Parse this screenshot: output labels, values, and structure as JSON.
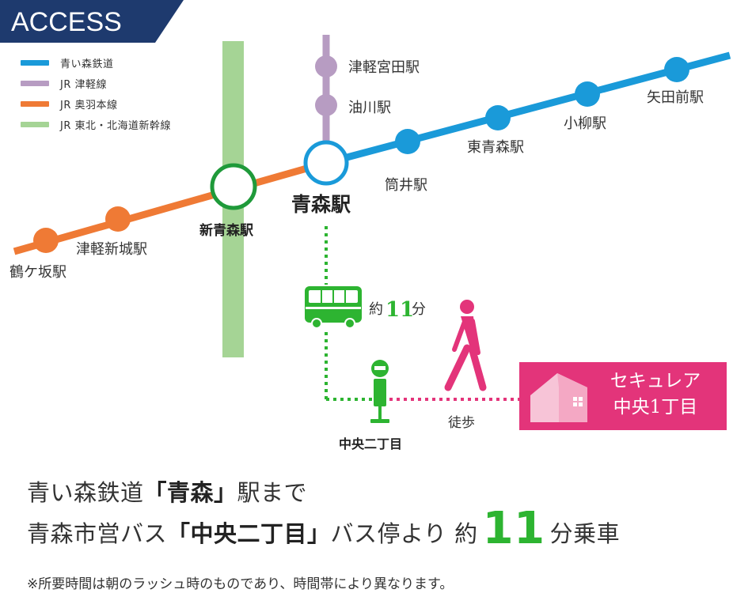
{
  "header": {
    "title": "ACCESS",
    "banner_color": "#1e3a6e"
  },
  "legend": [
    {
      "label": "青い森鉄道",
      "color": "#1a9ad9"
    },
    {
      "label": "JR 津軽線",
      "color": "#b79cc2"
    },
    {
      "label": "JR 奥羽本線",
      "color": "#ef7a35"
    },
    {
      "label": "JR 東北・北海道新幹線",
      "color": "#a5d495"
    }
  ],
  "stations": {
    "yadamae": "矢田前駅",
    "koyanagi": "小柳駅",
    "higashi_aomori": "東青森駅",
    "tsutsui": "筒井駅",
    "tsugaru_miyata": "津軽宮田駅",
    "aburakawa": "油川駅",
    "aomori": "青森駅",
    "shin_aomori": "新青森駅",
    "tsugaru_shinjo": "津軽新城駅",
    "tsurugasaka": "鶴ケ坂駅"
  },
  "route": {
    "bus_label_prefix": "約",
    "bus_minutes": "11",
    "bus_label_suffix": "分",
    "bus_stop": "中央二丁目",
    "walk_label": "徒歩",
    "bus_color": "#2db431",
    "walk_color": "#e3347a"
  },
  "destination": {
    "line1": "セキュレア",
    "line2": "中央1丁目",
    "color": "#e3347a"
  },
  "info": {
    "line1_a": "青い森鉄道",
    "line1_b": "「青森」",
    "line1_c": "駅まで",
    "line2_a": "青森市営バス",
    "line2_b": "「中央二丁目」",
    "line2_c": "バス停より 約",
    "line2_num": "11",
    "line2_d": "分乗車"
  },
  "note": "※所要時間は朝のラッシュ時のものであり、時間帯により異なります。"
}
